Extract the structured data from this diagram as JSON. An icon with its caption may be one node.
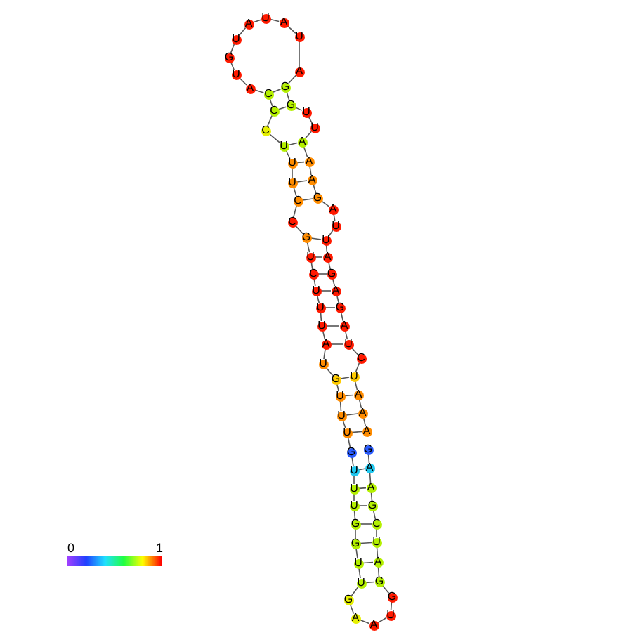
{
  "diagram": {
    "nodes": [
      {
        "text": [
          "G"
        ]
      },
      {
        "text": [
          "A"
        ]
      },
      {
        "text": [
          "A"
        ]
      },
      {
        "text": [
          "G"
        ]
      },
      {
        "text": [
          "C"
        ]
      },
      {
        "text": [
          "U"
        ]
      },
      {
        "text": [
          "A"
        ]
      },
      {
        "text": [
          "G"
        ]
      },
      {
        "text": [
          "G"
        ]
      },
      {
        "text": [
          "U"
        ]
      },
      {
        "text": [
          "A"
        ]
      },
      {
        "text": [
          "A"
        ]
      },
      {
        "text": [
          "G"
        ]
      },
      {
        "text": [
          "U"
        ]
      },
      {
        "text": [
          "U"
        ]
      },
      {
        "text": [
          "G"
        ]
      },
      {
        "text": [
          "G"
        ]
      },
      {
        "text": [
          "U"
        ]
      },
      {
        "text": [
          "U"
        ]
      },
      {
        "text": [
          "U"
        ]
      },
      {
        "text": [
          "G"
        ]
      },
      {
        "text": [
          "U"
        ]
      },
      {
        "text": [
          "U"
        ]
      },
      {
        "text": [
          "U"
        ]
      },
      {
        "text": [
          "G"
        ]
      },
      {
        "text": [
          "U"
        ]
      },
      {
        "text": [
          "A"
        ]
      },
      {
        "text": [
          "U"
        ]
      },
      {
        "text": [
          "U"
        ]
      },
      {
        "text": [
          "U"
        ]
      },
      {
        "text": [
          "C"
        ]
      },
      {
        "text": [
          "U"
        ]
      },
      {
        "text": [
          "G"
        ]
      },
      {
        "text": [
          "C"
        ]
      },
      {
        "text": [
          "C"
        ]
      },
      {
        "text": [
          "U"
        ]
      },
      {
        "text": [
          "U"
        ]
      },
      {
        "text": [
          "U"
        ]
      },
      {
        "text": [
          "C"
        ]
      },
      {
        "text": [
          "C"
        ]
      },
      {
        "text": [
          "C"
        ]
      },
      {
        "text": [
          "A"
        ]
      },
      {
        "text": [
          "U"
        ]
      },
      {
        "text": [
          "G"
        ]
      },
      {
        "text": [
          "U"
        ]
      },
      {
        "text": [
          "A"
        ]
      },
      {
        "text": [
          "U"
        ]
      },
      {
        "text": [
          "A"
        ]
      },
      {
        "text": [
          "U"
        ]
      },
      {
        "text": [
          "A"
        ]
      },
      {
        "text": [
          "G"
        ]
      },
      {
        "text": [
          "G"
        ]
      },
      {
        "text": [
          "U"
        ]
      },
      {
        "text": [
          "U"
        ]
      },
      {
        "text": [
          "A"
        ]
      },
      {
        "text": [
          "A"
        ]
      },
      {
        "text": [
          "A"
        ]
      },
      {
        "text": [
          "G"
        ]
      },
      {
        "text": [
          "A"
        ]
      },
      {
        "text": [
          "U"
        ]
      },
      {
        "text": [
          "U"
        ]
      },
      {
        "text": [
          "A"
        ]
      },
      {
        "text": [
          "G"
        ]
      },
      {
        "text": [
          "A"
        ]
      },
      {
        "text": [
          "G"
        ]
      },
      {
        "text": [
          "A"
        ]
      },
      {
        "text": [
          "U"
        ]
      },
      {
        "text": [
          "C"
        ]
      },
      {
        "text": [
          "U"
        ]
      },
      {
        "text": [
          "A"
        ]
      },
      {
        "text": [
          "A"
        ]
      },
      {
        "text": [
          "A"
        ]
      }
    ],
    "edges": [
      {
        "from": 0,
        "to": 1,
        "arrow": "none"
      },
      {
        "from": 1,
        "to": 2,
        "arrow": "none"
      },
      {
        "from": 2,
        "to": 3,
        "arrow": "none"
      },
      {
        "from": 3,
        "to": 4,
        "arrow": "none"
      },
      {
        "from": 4,
        "to": 5,
        "arrow": "none"
      },
      {
        "from": 5,
        "to": 6,
        "arrow": "none"
      },
      {
        "from": 6,
        "to": 7,
        "arrow": "none"
      },
      {
        "from": 7,
        "to": 8,
        "arrow": "none"
      },
      {
        "from": 8,
        "to": 9,
        "arrow": "none"
      },
      {
        "from": 9,
        "to": 10,
        "arrow": "none"
      },
      {
        "from": 10,
        "to": 11,
        "arrow": "none"
      },
      {
        "from": 11,
        "to": 12,
        "arrow": "none"
      },
      {
        "from": 12,
        "to": 13,
        "arrow": "none"
      },
      {
        "from": 13,
        "to": 14,
        "arrow": "none"
      },
      {
        "from": 14,
        "to": 15,
        "arrow": "none"
      },
      {
        "from": 15,
        "to": 16,
        "arrow": "none"
      },
      {
        "from": 16,
        "to": 17,
        "arrow": "none"
      },
      {
        "from": 17,
        "to": 18,
        "arrow": "none"
      },
      {
        "from": 18,
        "to": 19,
        "arrow": "none"
      },
      {
        "from": 19,
        "to": 20,
        "arrow": "none"
      },
      {
        "from": 20,
        "to": 21,
        "arrow": "none"
      },
      {
        "from": 21,
        "to": 22,
        "arrow": "none"
      },
      {
        "from": 22,
        "to": 23,
        "arrow": "none"
      },
      {
        "from": 23,
        "to": 24,
        "arrow": "none"
      },
      {
        "from": 24,
        "to": 25,
        "arrow": "none"
      },
      {
        "from": 25,
        "to": 26,
        "arrow": "none"
      },
      {
        "from": 26,
        "to": 27,
        "arrow": "none"
      },
      {
        "from": 27,
        "to": 28,
        "arrow": "none"
      },
      {
        "from": 28,
        "to": 29,
        "arrow": "none"
      },
      {
        "from": 29,
        "to": 30,
        "arrow": "none"
      },
      {
        "from": 30,
        "to": 31,
        "arrow": "none"
      },
      {
        "from": 31,
        "to": 32,
        "arrow": "none"
      },
      {
        "from": 32,
        "to": 33,
        "arrow": "none"
      },
      {
        "from": 33,
        "to": 34,
        "arrow": "none"
      },
      {
        "from": 34,
        "to": 35,
        "arrow": "none"
      },
      {
        "from": 35,
        "to": 36,
        "arrow": "none"
      },
      {
        "from": 36,
        "to": 37,
        "arrow": "none"
      },
      {
        "from": 37,
        "to": 38,
        "arrow": "none"
      },
      {
        "from": 38,
        "to": 39,
        "arrow": "none"
      },
      {
        "from": 39,
        "to": 40,
        "arrow": "none"
      },
      {
        "from": 40,
        "to": 41,
        "arrow": "none"
      },
      {
        "from": 41,
        "to": 42,
        "arrow": "none"
      },
      {
        "from": 42,
        "to": 43,
        "arrow": "none"
      },
      {
        "from": 43,
        "to": 44,
        "arrow": "none"
      },
      {
        "from": 44,
        "to": 45,
        "arrow": "none"
      },
      {
        "from": 45,
        "to": 46,
        "arrow": "none"
      },
      {
        "from": 46,
        "to": 47,
        "arrow": "none"
      },
      {
        "from": 47,
        "to": 48,
        "arrow": "none"
      },
      {
        "from": 48,
        "to": 49,
        "arrow": "none"
      },
      {
        "from": 49,
        "to": 50,
        "arrow": "none"
      },
      {
        "from": 50,
        "to": 51,
        "arrow": "none"
      },
      {
        "from": 51,
        "to": 52,
        "arrow": "none"
      },
      {
        "from": 52,
        "to": 53,
        "arrow": "none"
      },
      {
        "from": 53,
        "to": 54,
        "arrow": "none"
      },
      {
        "from": 54,
        "to": 55,
        "arrow": "none"
      },
      {
        "from": 55,
        "to": 56,
        "arrow": "none"
      },
      {
        "from": 56,
        "to": 57,
        "arrow": "none"
      },
      {
        "from": 57,
        "to": 58,
        "arrow": "none"
      },
      {
        "from": 58,
        "to": 59,
        "arrow": "none"
      },
      {
        "from": 59,
        "to": 60,
        "arrow": "none"
      },
      {
        "from": 60,
        "to": 61,
        "arrow": "none"
      },
      {
        "from": 61,
        "to": 62,
        "arrow": "none"
      },
      {
        "from": 62,
        "to": 63,
        "arrow": "none"
      },
      {
        "from": 63,
        "to": 64,
        "arrow": "none"
      },
      {
        "from": 64,
        "to": 65,
        "arrow": "none"
      },
      {
        "from": 65,
        "to": 66,
        "arrow": "none"
      },
      {
        "from": 66,
        "to": 67,
        "arrow": "none"
      },
      {
        "from": 67,
        "to": 68,
        "arrow": "none"
      },
      {
        "from": 68,
        "to": 69,
        "arrow": "none"
      },
      {
        "from": 69,
        "to": 70,
        "arrow": "none"
      },
      {
        "from": 70,
        "to": 71,
        "arrow": "none"
      },
      {
        "from": 1,
        "to": 19,
        "arrow": "none"
      },
      {
        "from": 2,
        "to": 18,
        "arrow": "none"
      },
      {
        "from": 3,
        "to": 17,
        "arrow": "none"
      },
      {
        "from": 4,
        "to": 16,
        "arrow": "none"
      },
      {
        "from": 5,
        "to": 15,
        "arrow": "none"
      },
      {
        "from": 6,
        "to": 14,
        "arrow": "none"
      },
      {
        "from": 7,
        "to": 13,
        "arrow": "none"
      },
      {
        "from": 21,
        "to": 71,
        "arrow": "none"
      },
      {
        "from": 22,
        "to": 70,
        "arrow": "none"
      },
      {
        "from": 23,
        "to": 69,
        "arrow": "none"
      },
      {
        "from": 24,
        "to": 68,
        "arrow": "none"
      },
      {
        "from": 26,
        "to": 66,
        "arrow": "none"
      },
      {
        "from": 27,
        "to": 65,
        "arrow": "none"
      },
      {
        "from": 28,
        "to": 64,
        "arrow": "none"
      },
      {
        "from": 29,
        "to": 63,
        "arrow": "none"
      },
      {
        "from": 30,
        "to": 62,
        "arrow": "none"
      },
      {
        "from": 31,
        "to": 61,
        "arrow": "none"
      },
      {
        "from": 32,
        "to": 60,
        "arrow": "none"
      },
      {
        "from": 34,
        "to": 57,
        "arrow": "none"
      },
      {
        "from": 35,
        "to": 56,
        "arrow": "none"
      },
      {
        "from": 36,
        "to": 55,
        "arrow": "none"
      },
      {
        "from": 37,
        "to": 54,
        "arrow": "none"
      },
      {
        "from": 39,
        "to": 51,
        "arrow": "none"
      },
      {
        "from": 40,
        "to": 50,
        "arrow": "none"
      }
    ],
    "labels": [
      "0",
      "1"
    ]
  }
}
